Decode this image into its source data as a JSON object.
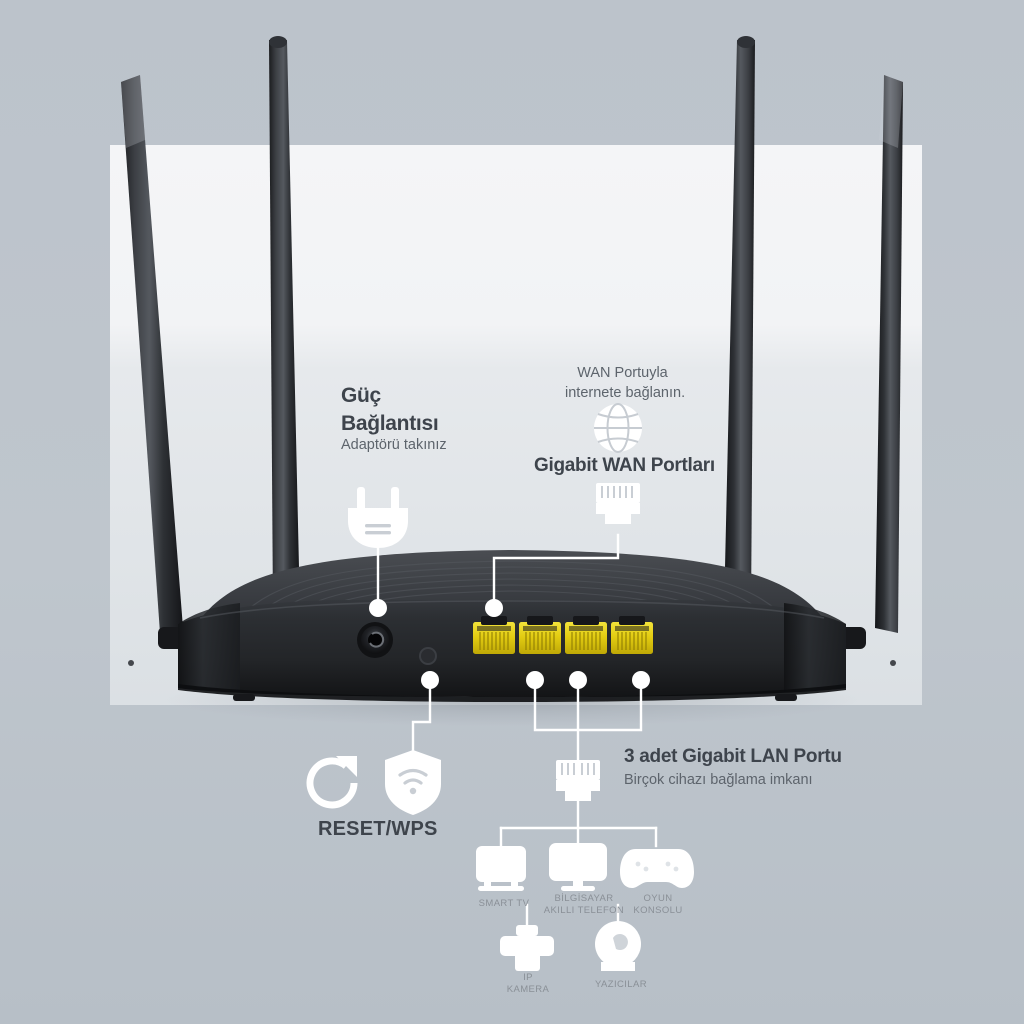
{
  "page": {
    "title": "Router arka panel bağlantı şeması",
    "background_color": "#bdc4cc",
    "panel_color": "#eff1f3",
    "accent_white": "#ffffff",
    "port_color": "#e8d21a",
    "text_dark": "#3e444c",
    "text_mid": "#5d646c",
    "text_light": "#8a9097"
  },
  "callouts": {
    "power": {
      "heading_line1": "Güç",
      "heading_line2": "Bağlantısı",
      "subtitle": "Adaptörü takınız",
      "icon": "power-plug-icon"
    },
    "wan": {
      "subtitle_line1": "WAN Portuyla",
      "subtitle_line2": "internete bağlanın.",
      "globe_icon": "globe-icon",
      "heading": "Gigabit WAN Portları",
      "port_icon": "ethernet-port-icon"
    },
    "lan": {
      "heading": "3 adet Gigabit LAN Portu",
      "subtitle": "Birçok cihazı bağlama imkanı",
      "port_icon": "ethernet-port-icon"
    },
    "reset_wps": {
      "label": "RESET/WPS",
      "reset_icon": "reset-arrow-icon",
      "wps_icon": "wifi-shield-icon"
    }
  },
  "devices": [
    {
      "id": "smart-tv",
      "label": "SMART TV",
      "icon": "tv-icon"
    },
    {
      "id": "computer",
      "label": "BİLGİSAYAR\nAKILLI TELEFON",
      "icon": "monitor-icon"
    },
    {
      "id": "console",
      "label": "OYUN\nKONSOLU",
      "icon": "gamepad-icon"
    },
    {
      "id": "ip-camera",
      "label": "IP\nKAMERA",
      "icon": "printer-icon"
    },
    {
      "id": "printer",
      "label": "YAZICILAR",
      "icon": "camera-icon"
    }
  ],
  "hardware": {
    "antenna_count": 4,
    "ethernet_port_count": 4,
    "power_jack": "dc-power-jack",
    "reset_button": "reset-pinhole-button"
  }
}
